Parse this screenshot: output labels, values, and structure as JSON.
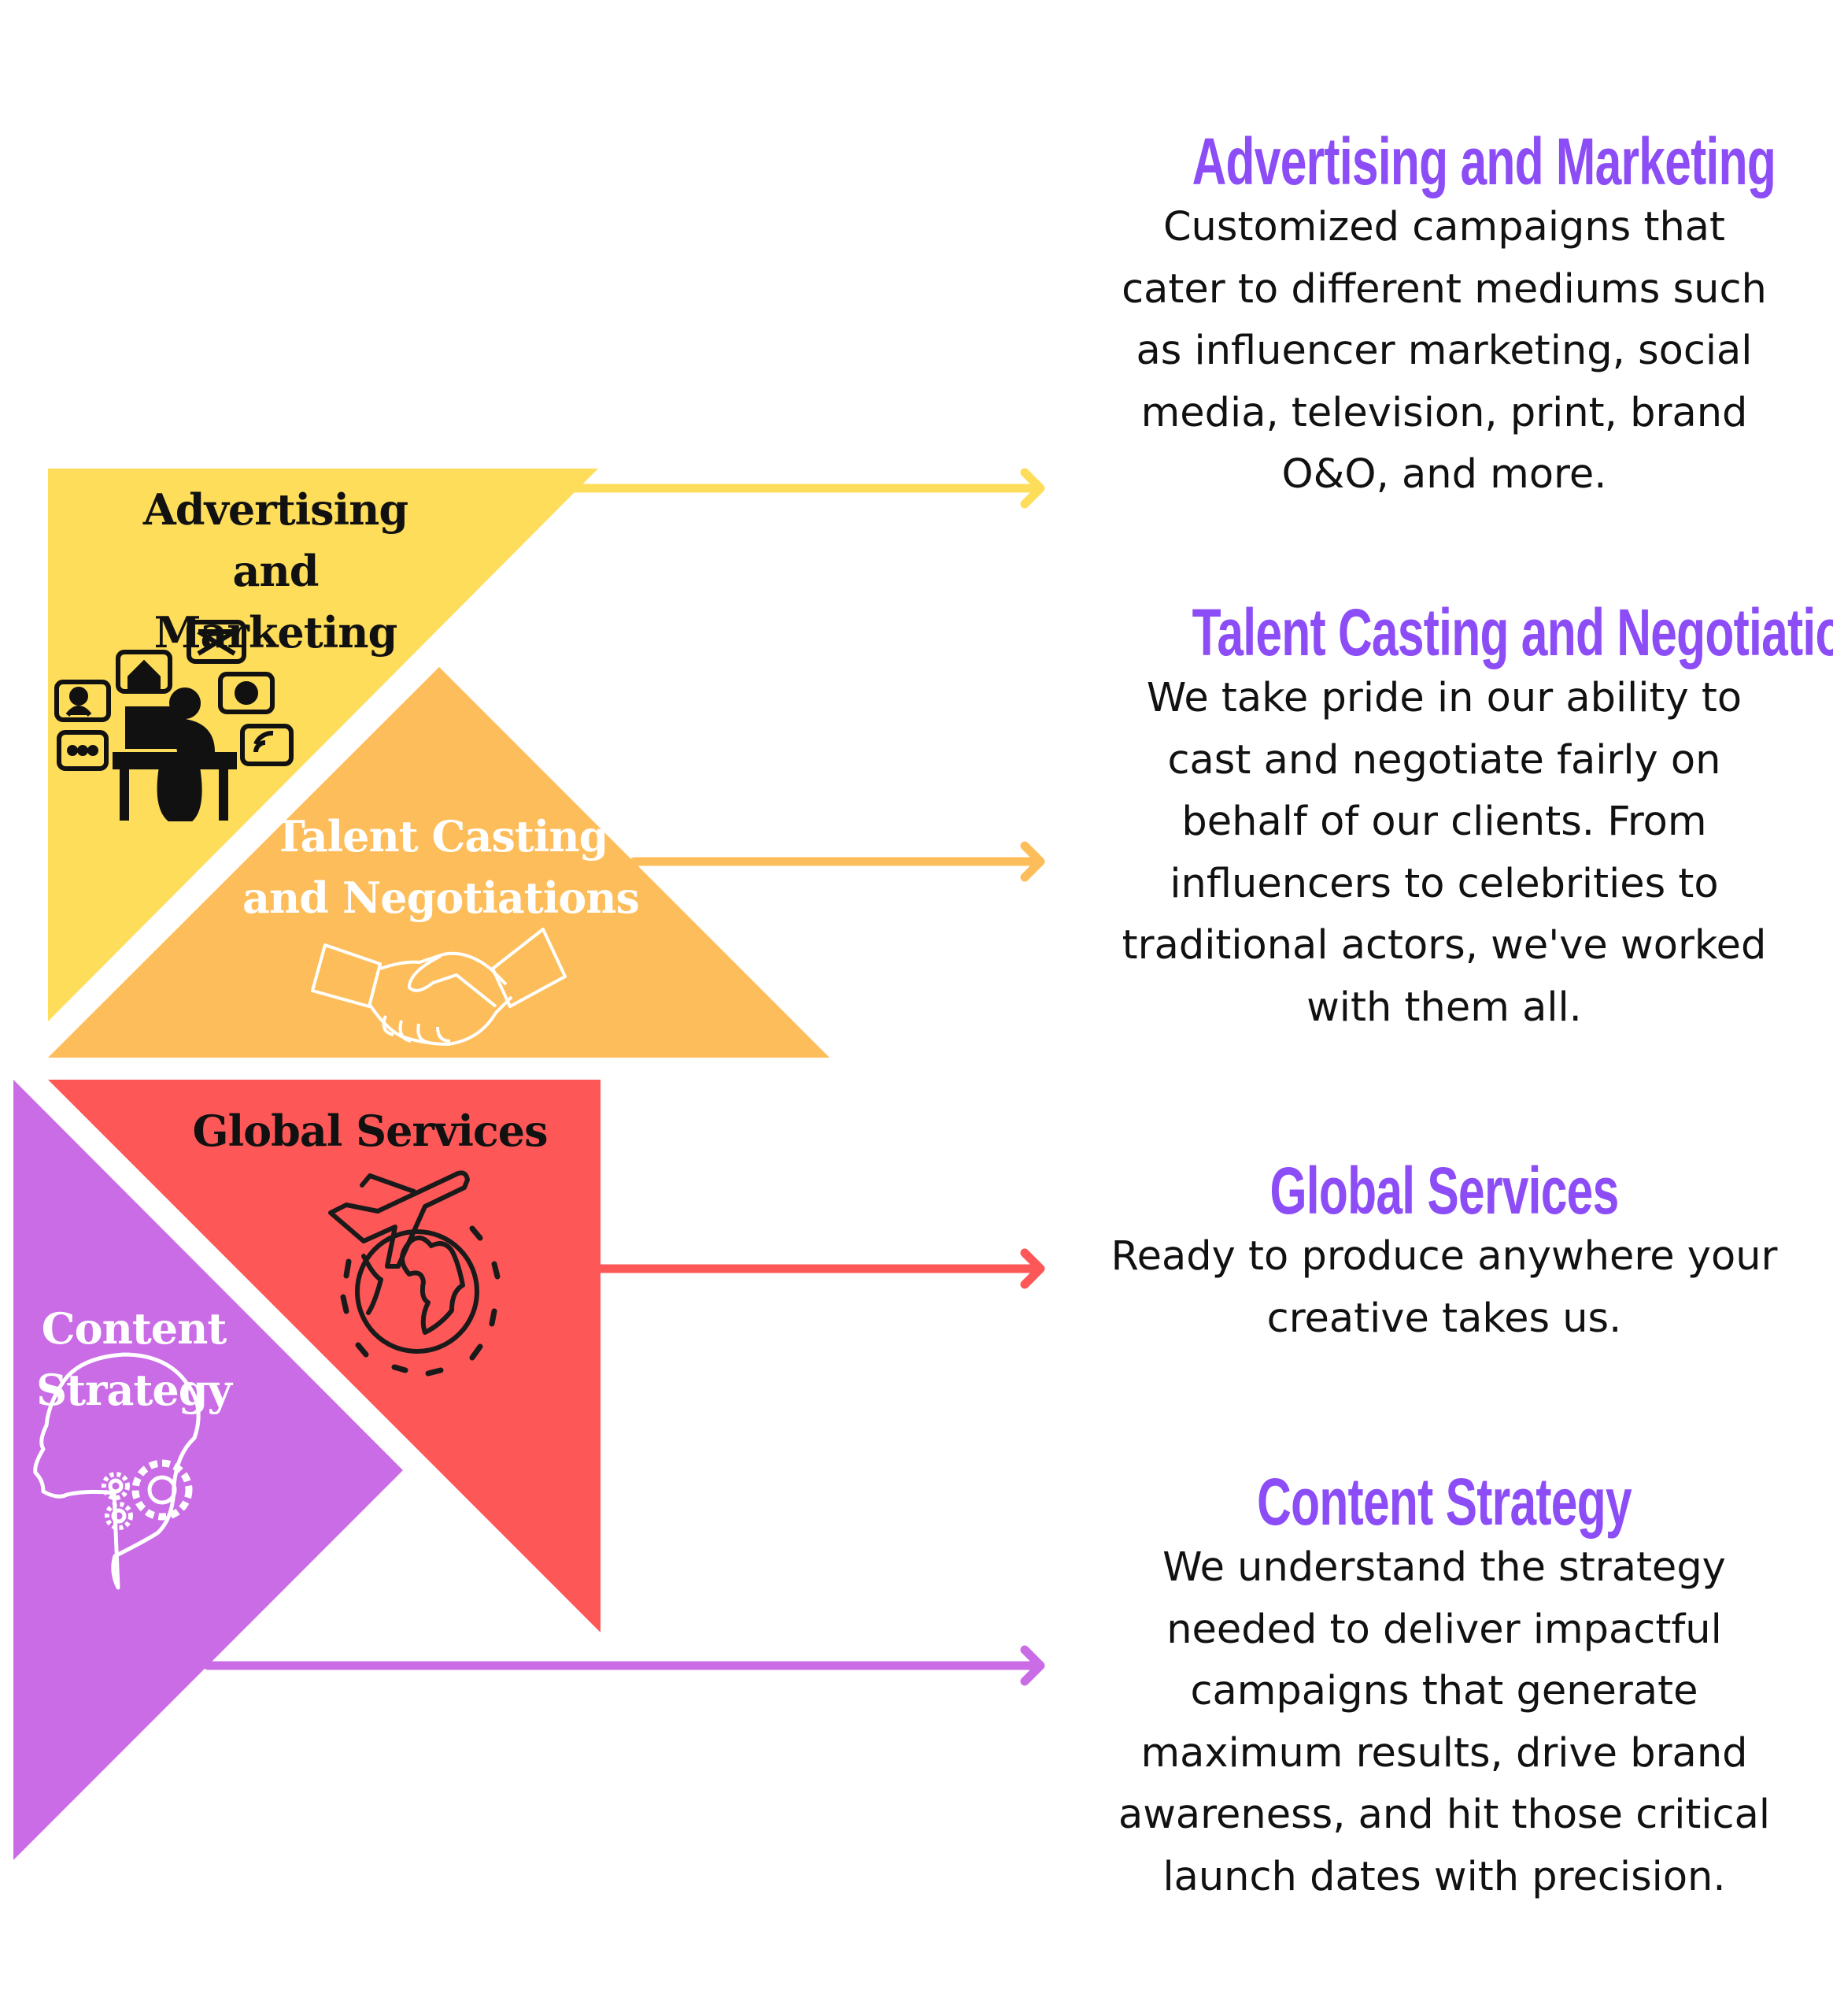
{
  "colors": {
    "yellow": "#fedd5a",
    "orange": "#fdbd5a",
    "red": "#fe5757",
    "purple": "#c96ce6",
    "heading": "#8c4cf6",
    "text": "#111111"
  },
  "shapes": [
    {
      "label": "Advertising and Marketing",
      "icon": "person-at-computer-social-media-icon"
    },
    {
      "label": "Talent Casting and Negotiations",
      "icon": "handshake-icon"
    },
    {
      "label": "Global Services",
      "icon": "airplane-globe-icon"
    },
    {
      "label": "Content Strategy",
      "icon": "head-gears-icon"
    }
  ],
  "labels": {
    "ad_line1": "Advertising and",
    "ad_line2": "Marketing",
    "talent_line1": "Talent Casting",
    "talent_line2": "and Negotiations",
    "global": "Global Services",
    "content_line1": "Content",
    "content_line2": "Strategy"
  },
  "descriptions": [
    {
      "title": "Advertising and Marketing",
      "body": "Customized campaigns that cater to different mediums such as influencer marketing, social media, television, print, brand O&O, and more."
    },
    {
      "title": "Talent Casting and Negotiations",
      "body": "We take pride in our ability to cast and negotiate fairly on behalf of our clients. From influencers to celebrities to traditional actors, we've worked with them all."
    },
    {
      "title": "Global Services",
      "body": "Ready to produce anywhere your creative takes us."
    },
    {
      "title": "Content Strategy",
      "body": "We understand the strategy needed to deliver impactful campaigns that generate maximum results, drive brand awareness, and hit those critical launch dates with precision."
    }
  ]
}
